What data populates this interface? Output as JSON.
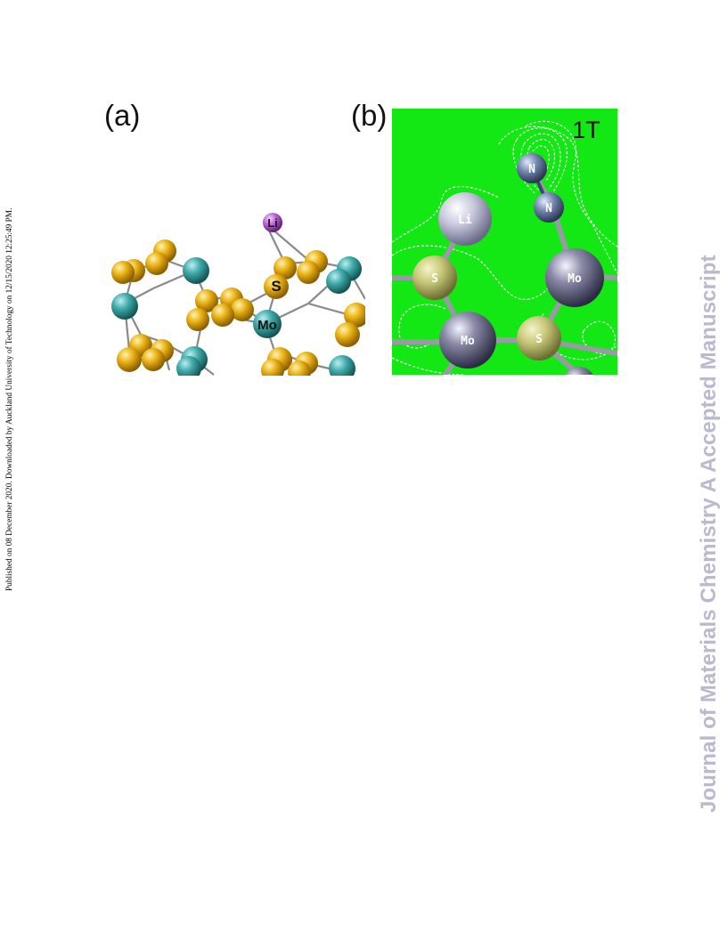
{
  "sidebar_note": "Published on 08 December 2020. Downloaded by Auckland University of Technology on 12/15/2020 12:25:49 PM.",
  "watermark": "Journal of Materials Chemistry A Accepted Manuscript",
  "figure": {
    "panel_a": {
      "label": "(a)",
      "atom_labels": {
        "li": "Li",
        "s": "S",
        "mo": "Mo"
      },
      "colors": {
        "mo": "#3fa8a8",
        "s": "#e8b012",
        "li": "#b65fcf"
      }
    },
    "panel_b": {
      "label": "(b)",
      "phase": "1T",
      "atom_labels": {
        "n1": "N",
        "n2": "N",
        "li": "Li",
        "s_left": "S",
        "mo_right": "Mo",
        "mo_bottom": "Mo",
        "s_bottom": "S"
      },
      "colors": {
        "background": "#14e814",
        "contour": "#ffffff",
        "atom": "#6e6e90",
        "sulfur": "#c8c87a"
      }
    }
  }
}
